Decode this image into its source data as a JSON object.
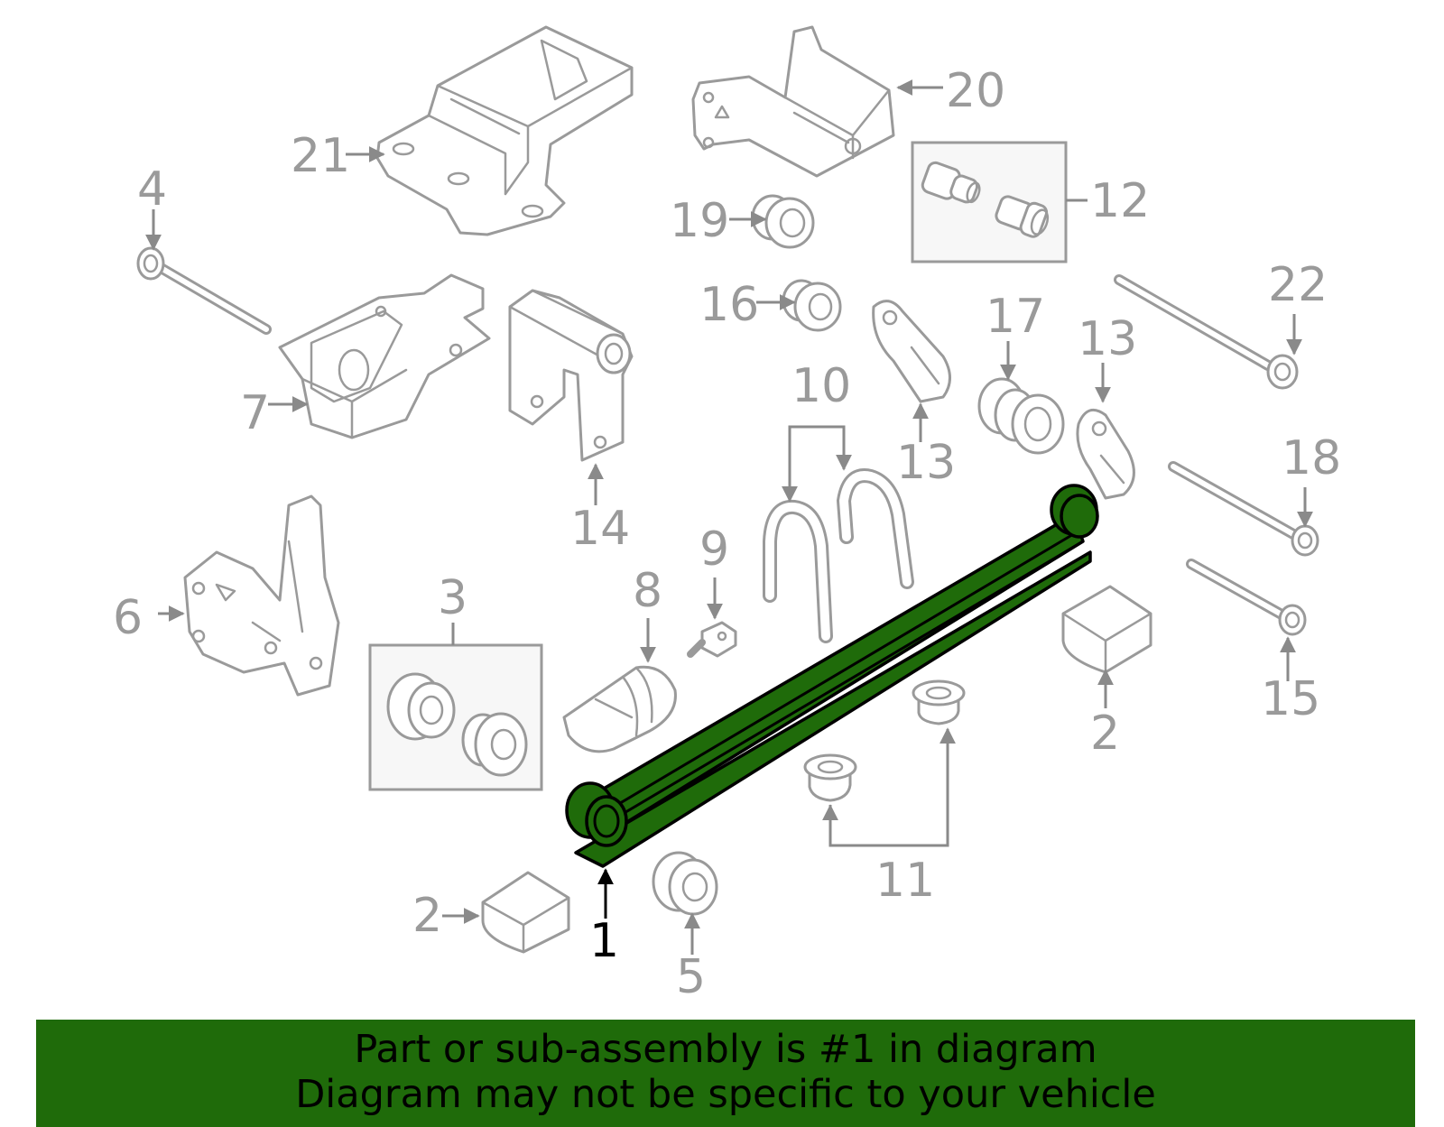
{
  "diagram": {
    "callouts": [
      {
        "id": "c1",
        "text": "1"
      },
      {
        "id": "c2a",
        "text": "2"
      },
      {
        "id": "c2b",
        "text": "2"
      },
      {
        "id": "c3",
        "text": "3"
      },
      {
        "id": "c4",
        "text": "4"
      },
      {
        "id": "c5",
        "text": "5"
      },
      {
        "id": "c6",
        "text": "6"
      },
      {
        "id": "c7",
        "text": "7"
      },
      {
        "id": "c8",
        "text": "8"
      },
      {
        "id": "c9",
        "text": "9"
      },
      {
        "id": "c10",
        "text": "10"
      },
      {
        "id": "c11",
        "text": "11"
      },
      {
        "id": "c12",
        "text": "12"
      },
      {
        "id": "c13a",
        "text": "13"
      },
      {
        "id": "c13b",
        "text": "13"
      },
      {
        "id": "c14",
        "text": "14"
      },
      {
        "id": "c15",
        "text": "15"
      },
      {
        "id": "c16",
        "text": "16"
      },
      {
        "id": "c17",
        "text": "17"
      },
      {
        "id": "c18",
        "text": "18"
      },
      {
        "id": "c19",
        "text": "19"
      },
      {
        "id": "c20",
        "text": "20"
      },
      {
        "id": "c21",
        "text": "21"
      },
      {
        "id": "c22",
        "text": "22"
      }
    ],
    "highlighted_part": "1",
    "highlight_color": "#1f6b0a",
    "line_color": "#9a9a9a"
  },
  "banner": {
    "line1": "Part or sub-assembly is #1 in diagram",
    "line2": "Diagram may not be specific to your vehicle",
    "background": "#1f6b0a"
  }
}
